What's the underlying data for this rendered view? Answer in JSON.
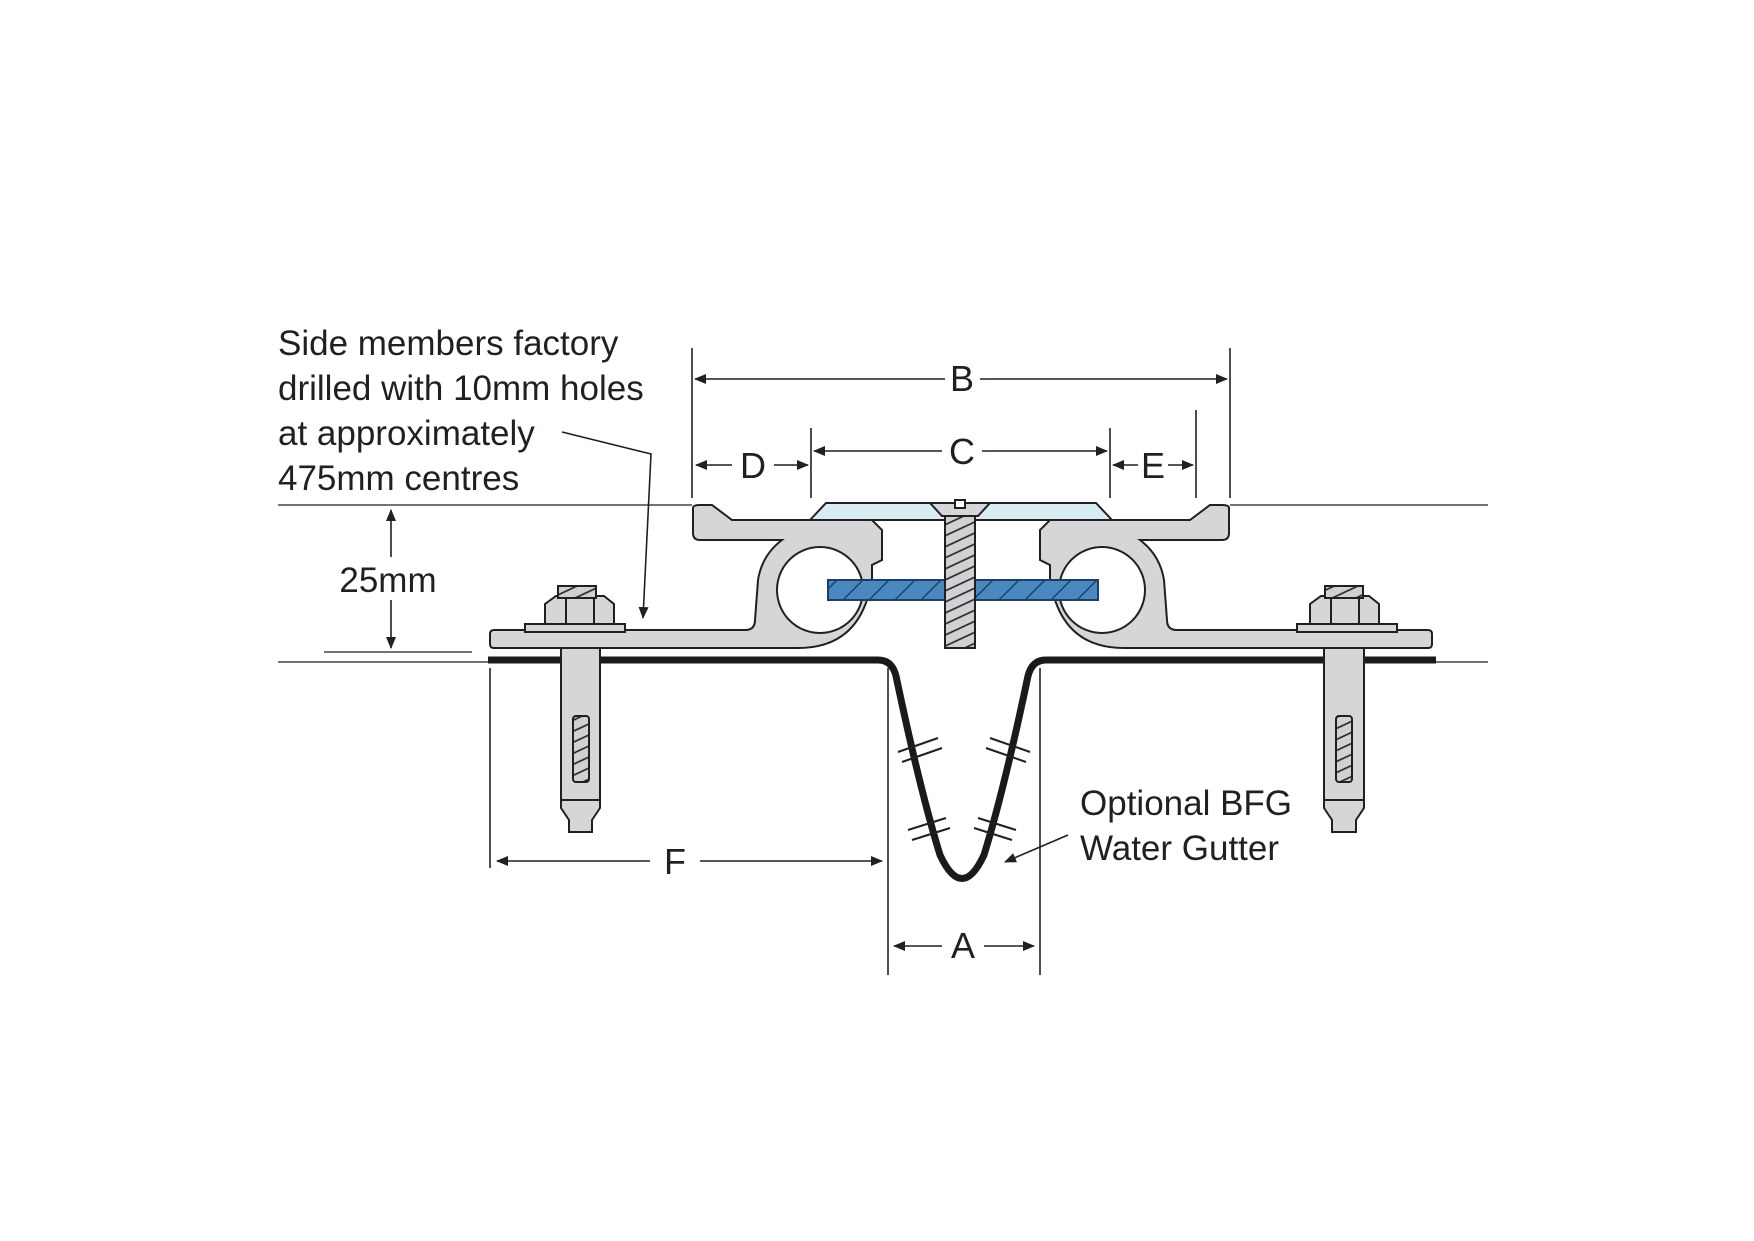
{
  "labels": {
    "side_note": [
      "Side members factory",
      "drilled with 10mm holes",
      "at approximately",
      "475mm centres"
    ],
    "height": "25mm",
    "gutter_note": [
      "Optional BFG",
      "Water Gutter"
    ],
    "dims": {
      "A": "A",
      "B": "B",
      "C": "C",
      "D": "D",
      "E": "E",
      "F": "F"
    }
  },
  "colors": {
    "aluminium": "#d4d6d7",
    "outline": "#231f20",
    "cover_plate": "#d8ecf4",
    "seal": "#4a88c0",
    "gutter": "#1a1a1a"
  }
}
